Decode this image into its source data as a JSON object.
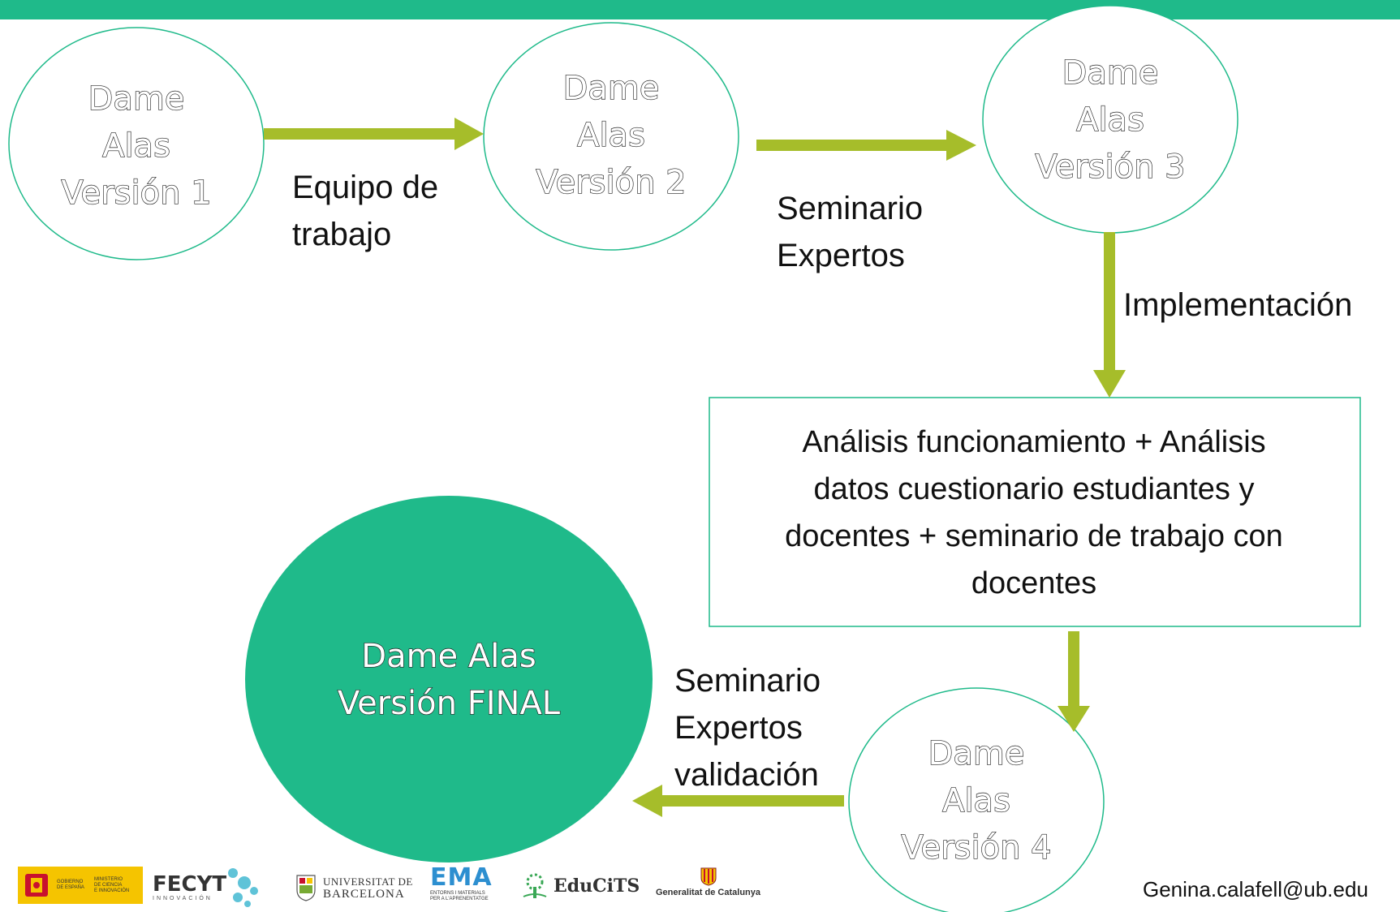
{
  "nodes": {
    "v1": [
      "Dame",
      "Alas",
      "Versión 1"
    ],
    "v2": [
      "Dame",
      "Alas",
      "Versión 2"
    ],
    "v3": [
      "Dame",
      "Alas",
      "Versión 3"
    ],
    "v4": [
      "Dame",
      "Alas",
      "Versión 4"
    ],
    "final": [
      "Dame Alas",
      "Versión FINAL"
    ]
  },
  "edges": {
    "v1_v2": [
      "Equipo de",
      "trabajo"
    ],
    "v2_v3": [
      "Seminario",
      "Expertos"
    ],
    "v3_box": [
      "Implementación"
    ],
    "v4_final": [
      "Seminario",
      "Expertos",
      "validación"
    ]
  },
  "box": [
    "Análisis funcionamiento + Análisis",
    "datos cuestionario estudiantes y",
    "docentes + seminario de trabajo con",
    "docentes"
  ],
  "footer": {
    "logo_gobierno": [
      "GOBIERNO",
      "DE ESPAÑA"
    ],
    "logo_ministerio": [
      "MINISTERIO",
      "DE CIENCIA",
      "E INNOVACIÓN"
    ],
    "logo_fecyt": "FECYT",
    "logo_fecyt_sub": "INNOVACIÓN",
    "logo_ub": [
      "UNIVERSITAT DE",
      "BARCELONA"
    ],
    "logo_ema": "EMA",
    "logo_ema_sub": [
      "ENTORNS I MATERIALS",
      "PER A L'APRENENTATGE"
    ],
    "logo_educits": "EduCiTS",
    "logo_generalitat": "Generalitat de Catalunya",
    "email": "Genina.calafell@ub.edu"
  },
  "colors": {
    "accent": "#1fba8a",
    "arrow": "#a6bd2a",
    "final_fill": "#1fba8a"
  }
}
